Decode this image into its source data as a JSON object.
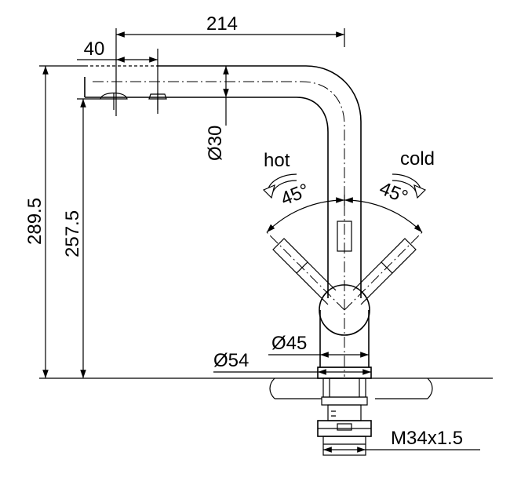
{
  "dimensions": {
    "reach": "214",
    "aerator_offset": "40",
    "spout_diameter": "Ø30",
    "total_height": "289.5",
    "outlet_height": "257.5",
    "body_diameter": "Ø45",
    "base_diameter": "Ø54",
    "thread": "M34x1.5"
  },
  "labels": {
    "hot": "hot",
    "cold": "cold",
    "angle_hot": "45°",
    "angle_cold": "45°"
  },
  "colors": {
    "ink": "#000000",
    "paper": "#ffffff"
  }
}
